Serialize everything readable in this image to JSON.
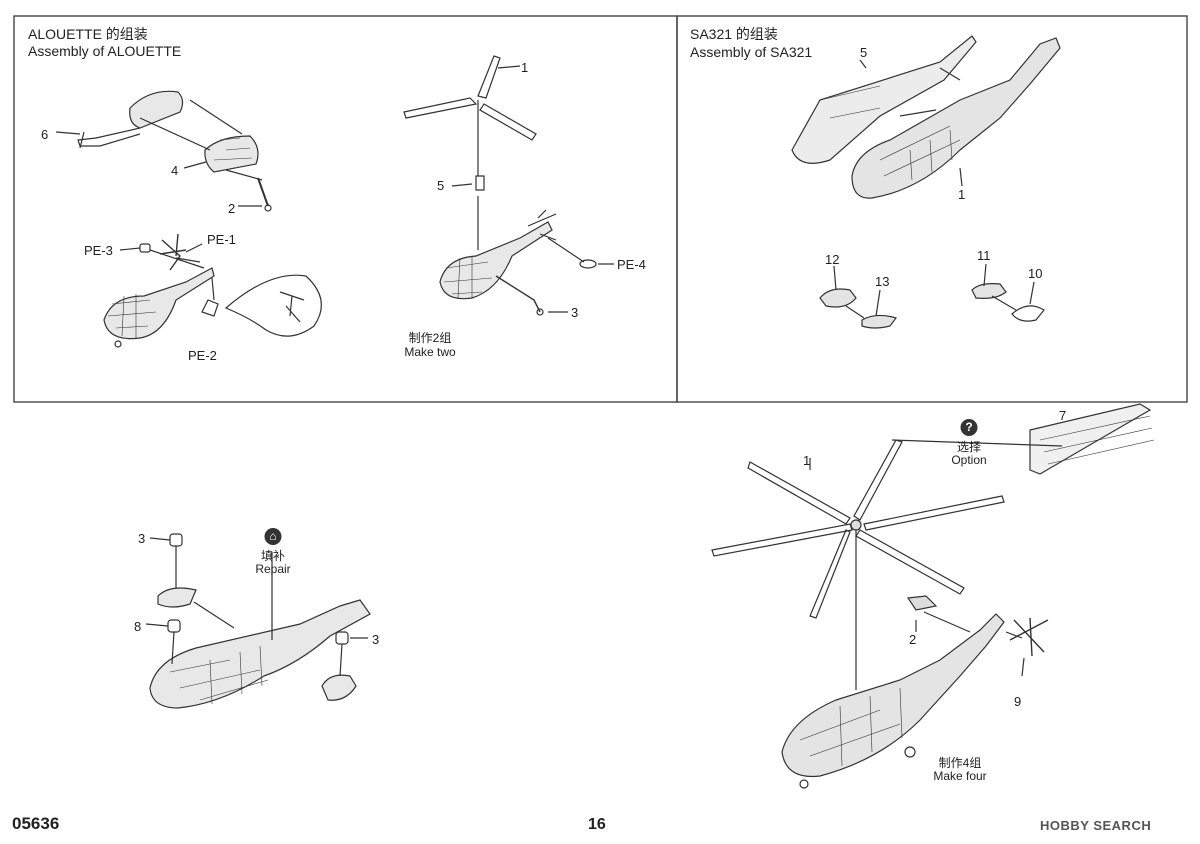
{
  "alouette": {
    "title_cn": "ALOUETTE 的组装",
    "title_en": "Assembly of ALOUETTE",
    "labels": {
      "p6": "6",
      "p4": "4",
      "p2": "2",
      "pe3": "PE-3",
      "pe1": "PE-1",
      "pe2": "PE-2",
      "p1": "1",
      "p5": "5",
      "pe4": "PE-4",
      "p3": "3"
    },
    "note_cn": "制作2组",
    "note_en": "Make two"
  },
  "sa321": {
    "title_cn": "SA321 的组装",
    "title_en": "Assembly of SA321",
    "labels": {
      "p5": "5",
      "p1": "1",
      "p12": "12",
      "p13": "13",
      "p11": "11",
      "p10": "10"
    }
  },
  "repair_step": {
    "labels": {
      "p3a": "3",
      "p8": "8",
      "p3b": "3"
    },
    "note_cn": "填补",
    "note_en": "Repair"
  },
  "sa321_rotor": {
    "labels": {
      "p1": "1",
      "p7": "7",
      "p2": "2",
      "p9": "9"
    },
    "option_cn": "选择",
    "option_en": "Option",
    "note_cn": "制作4组",
    "note_en": "Make four",
    "option_icon": "question-mark-icon",
    "repair_icon": "repair-icon"
  },
  "footer": {
    "product_code": "05636",
    "page_number": "16",
    "brand": "HOBBY SEARCH"
  }
}
